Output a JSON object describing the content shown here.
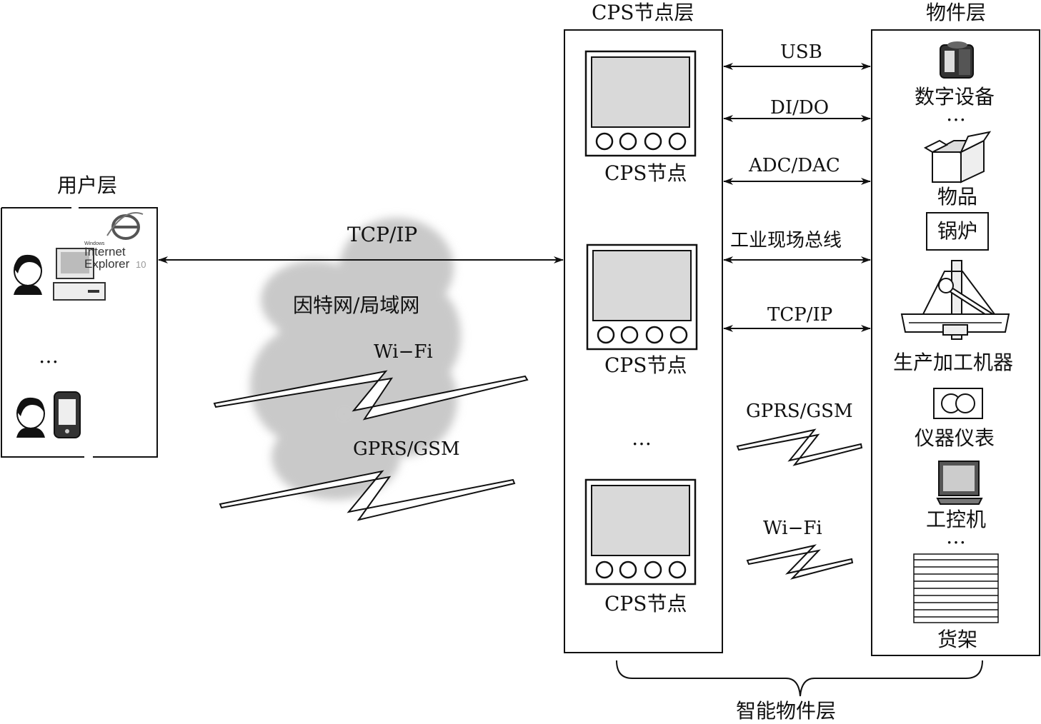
{
  "layers": {
    "user": "用户层",
    "cps": "CPS节点层",
    "object": "物件层",
    "smart": "智能物件层"
  },
  "user_layer": {
    "browser": {
      "brand_small": "Windows",
      "line1": "Internet",
      "line2": "Explorer",
      "version": "10"
    },
    "ellipsis": "…"
  },
  "network": {
    "tcpip": "TCP/IP",
    "cloud_label": "因特网/局域网",
    "wifi": "Wi−Fi",
    "gprs": "GPRS/GSM"
  },
  "cps_nodes": {
    "node_label": "CPS节点",
    "ellipsis": "…"
  },
  "interfaces": {
    "usb": "USB",
    "dido": "DI/DO",
    "adcdac": "ADC/DAC",
    "fieldbus": "工业现场总线",
    "tcpip": "TCP/IP",
    "gprs": "GPRS/GSM",
    "wifi": "Wi−Fi"
  },
  "objects": {
    "digital": "数字设备",
    "ellipsis1": "…",
    "goods": "物品",
    "boiler": "锅炉",
    "machine": "生产加工机器",
    "instrument": "仪器仪表",
    "ipc": "工控机",
    "ellipsis2": "…",
    "shelf": "货架"
  },
  "colors": {
    "line": "#111111",
    "cloud": "#c8c8c8",
    "screen": "#d9d9d9"
  }
}
